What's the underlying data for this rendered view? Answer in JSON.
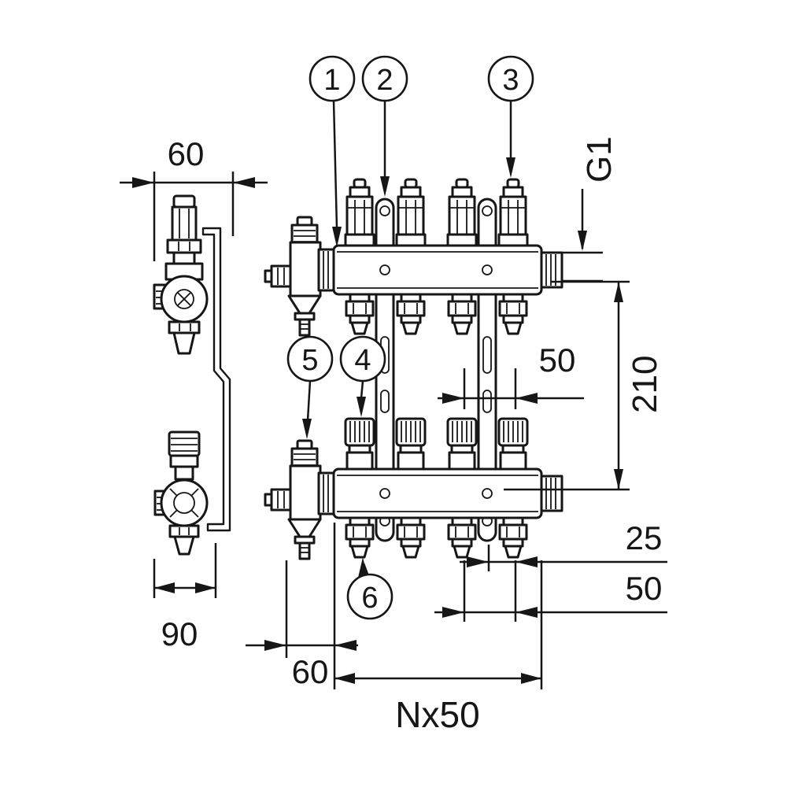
{
  "page": {
    "background": "#ffffff",
    "line_color": "#161616"
  },
  "callouts": [
    {
      "label": "1"
    },
    {
      "label": "2"
    },
    {
      "label": "3"
    },
    {
      "label": "4"
    },
    {
      "label": "5"
    },
    {
      "label": "6"
    }
  ],
  "dimensions": {
    "side_top_width": "60",
    "side_bottom_depth": "90",
    "connection_thread": "G1",
    "overall_height": "210",
    "outlet_spacing_top": "50",
    "bracket_offset": "25",
    "outlet_spacing_bottom": "50",
    "end_section": "60",
    "total_length": "Nx50"
  }
}
